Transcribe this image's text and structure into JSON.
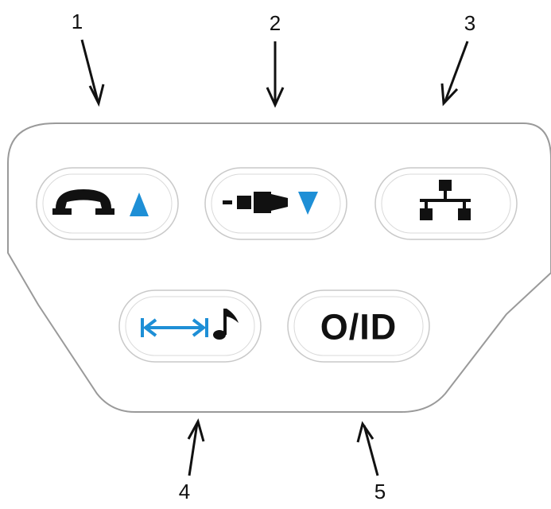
{
  "callouts": [
    {
      "number": "1"
    },
    {
      "number": "2"
    },
    {
      "number": "3"
    },
    {
      "number": "4"
    },
    {
      "number": "5"
    }
  ],
  "buttons": [
    {
      "icon": "phone-handset-up-icon",
      "label": ""
    },
    {
      "icon": "plug-down-icon",
      "label": ""
    },
    {
      "icon": "network-icon",
      "label": ""
    },
    {
      "icon": "arrows-music-note-icon",
      "label": ""
    },
    {
      "icon": "",
      "label": "O/ID"
    }
  ],
  "colors": {
    "accent": "#1e8fd6",
    "icon": "#111111",
    "outline": "#9a9a9a"
  }
}
